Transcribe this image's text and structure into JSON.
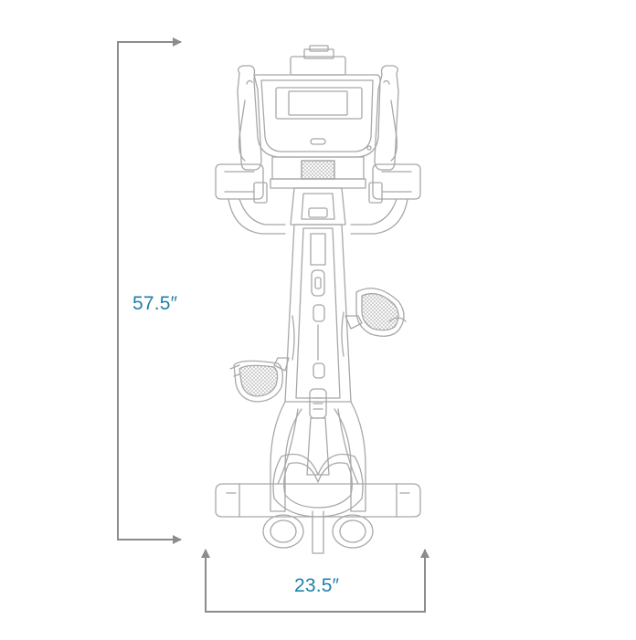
{
  "dimensions": {
    "height": "57.5″",
    "width": "23.5″"
  },
  "colors": {
    "dimension_text": "#1f7fab",
    "dimension_line": "#8c8c8c",
    "drawing_line": "#a8a8a8",
    "background": "#ffffff"
  },
  "subject_icon": "upright-exercise-bike-front-view"
}
